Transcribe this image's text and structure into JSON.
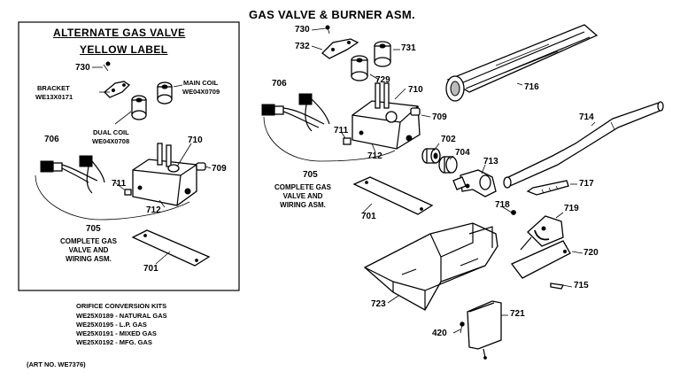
{
  "title": "GAS VALVE & BURNER ASM.",
  "inset": {
    "heading_line1": "ALTERNATE GAS VALVE",
    "heading_line2": "YELLOW LABEL",
    "bracket_label": "BRACKET",
    "bracket_part": "WE13X0171",
    "main_coil_label": "MAIN COIL",
    "main_coil_part": "WE04X0709",
    "dual_coil_label": "DUAL COIL",
    "dual_coil_part": "WE04X0708",
    "complete_caption_1": "COMPLETE GAS",
    "complete_caption_2": "VALVE AND",
    "complete_caption_3": "WIRING ASM.",
    "callouts": {
      "c730": "730",
      "c706": "706",
      "c710": "710",
      "c709": "709",
      "c711": "711",
      "c712": "712",
      "c705": "705",
      "c701": "701"
    }
  },
  "main": {
    "complete_caption_1": "COMPLETE GAS",
    "complete_caption_2": "VALVE AND",
    "complete_caption_3": "WIRING ASM.",
    "callouts": {
      "c730": "730",
      "c732": "732",
      "c731": "731",
      "c729": "729",
      "c706": "706",
      "c710": "710",
      "c716": "716",
      "c709": "709",
      "c714": "714",
      "c711": "711",
      "c702": "702",
      "c704": "704",
      "c712": "712",
      "c713": "713",
      "c705": "705",
      "c717": "717",
      "c701": "701",
      "c718": "718",
      "c719": "719",
      "c720": "720",
      "c715": "715",
      "c723": "723",
      "c721": "721",
      "c420": "420"
    }
  },
  "kits": {
    "heading": "ORIFICE CONVERSION KITS",
    "rows": [
      "WE25X0189 - NATURAL GAS",
      "WE25X0195 - L.P. GAS",
      "WE25X0191 - MIXED GAS",
      "WE25X0192 - MFG. GAS"
    ]
  },
  "art_number": "(ART NO. WE7376)"
}
